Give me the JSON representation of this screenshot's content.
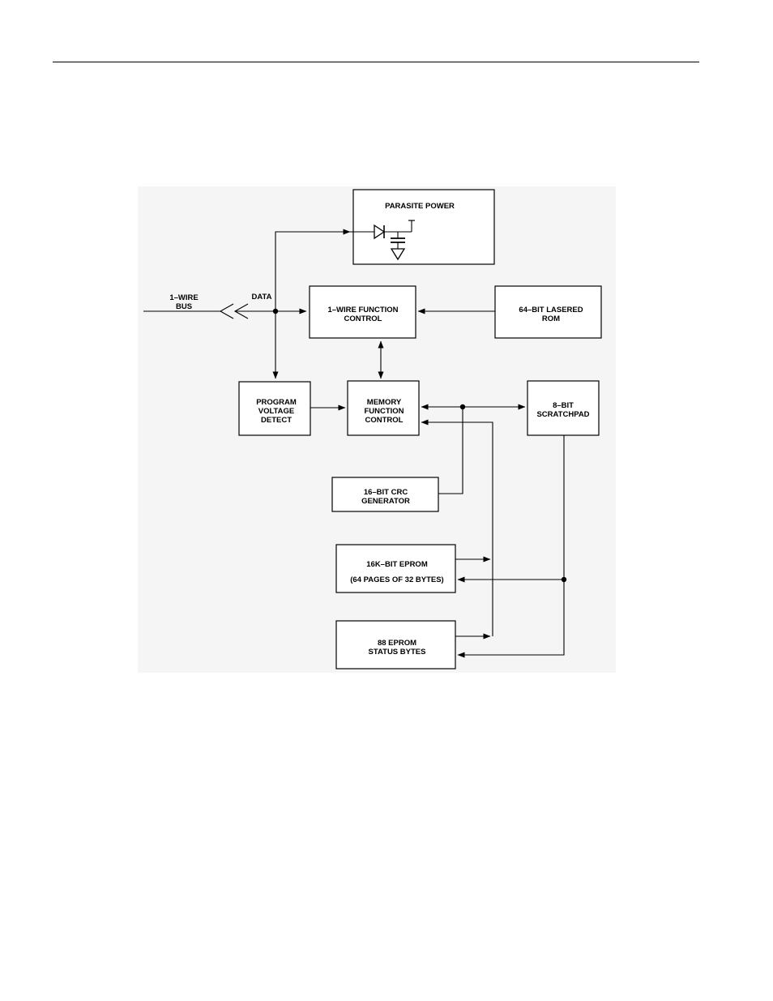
{
  "blocks": {
    "parasite_power": "PARASITE POWER",
    "one_wire_bus": [
      "1–WIRE",
      "BUS"
    ],
    "data": "DATA",
    "function_control": [
      "1–WIRE FUNCTION",
      "CONTROL"
    ],
    "lasered_rom": [
      "64–BIT LASERED",
      "ROM"
    ],
    "program_voltage": [
      "PROGRAM",
      "VOLTAGE",
      "DETECT"
    ],
    "memory_function": [
      "MEMORY",
      "FUNCTION",
      "CONTROL"
    ],
    "scratchpad": [
      "8–BIT",
      "SCRATCHPAD"
    ],
    "crc_generator": [
      "16–BIT CRC",
      "GENERATOR"
    ],
    "eprom": [
      "16K–BIT EPROM",
      "(64 PAGES OF 32 BYTES)"
    ],
    "status_bytes": [
      "88 EPROM",
      "STATUS BYTES"
    ]
  }
}
